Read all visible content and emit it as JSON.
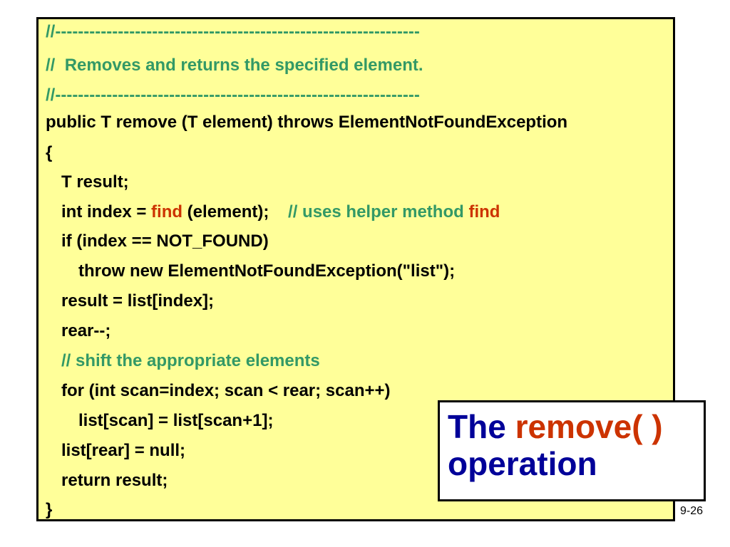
{
  "code": {
    "comment_rule_top": "//----------------------------------------------------------------",
    "comment_desc_prefix": "//",
    "comment_desc_text": "Removes and returns the specified element.",
    "comment_rule_bottom": "//----------------------------------------------------------------",
    "signature": "public T remove (T element) throws ElementNotFoundException",
    "open_brace": "{",
    "decl_result": "T result;",
    "index_pre": "int index = ",
    "index_find": "find",
    "index_post": " (element);",
    "index_comment": "// uses helper method ",
    "index_comment_find": "find",
    "if_check": "if (index == NOT_FOUND)",
    "throw_stmt": "throw new ElementNotFoundException(\"list\");",
    "assign_result": "result = list[index];",
    "decrement_rear": "rear--;",
    "shift_comment": "// shift the appropriate elements",
    "for_loop": "for (int scan=index; scan < rear; scan++)",
    "shift_stmt": "list[scan] = list[scan+1];",
    "null_stmt": "list[rear] = null;",
    "return_stmt": "return result;",
    "close_brace": "}"
  },
  "title": {
    "word_the": "The",
    "word_remove": "remove( )",
    "word_operation": "operation"
  },
  "slide_number": "9-26",
  "colors": {
    "code_background": "#ffff99",
    "comment": "#339966",
    "keyword_highlight": "#cc3300",
    "title_text": "#000099"
  }
}
